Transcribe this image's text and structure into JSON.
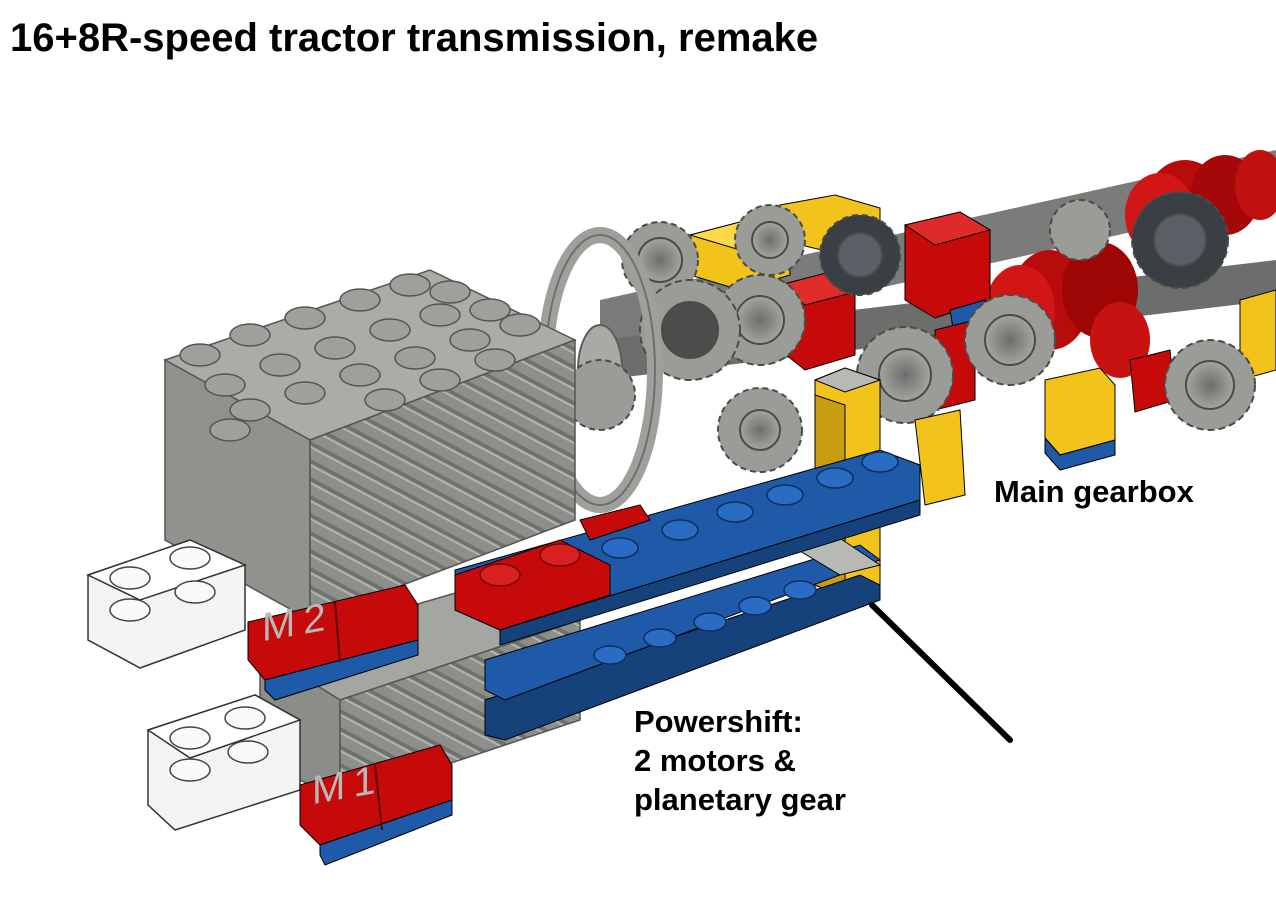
{
  "title": "16+8R-speed tractor transmission, remake",
  "labels": {
    "main_gearbox": "Main gearbox",
    "powershift": [
      "Powershift:",
      "2 motors &",
      "planetary gear"
    ]
  },
  "motors": [
    {
      "tag": "M2"
    },
    {
      "tag": "M1"
    }
  ],
  "colors": {
    "motor_grey": "#8f928d",
    "motor_grey_light": "#a9aca7",
    "brick_red": "#c60a0a",
    "brick_dark_red": "#8a0505",
    "brick_blue": "#1e5aa8",
    "brick_blue_dark": "#16427c",
    "brick_yellow": "#f2c31a",
    "gear_grey": "#9a9c98",
    "gear_dark": "#3a3f44",
    "white_brick": "#f4f4f4",
    "leader_line": "#000000"
  }
}
